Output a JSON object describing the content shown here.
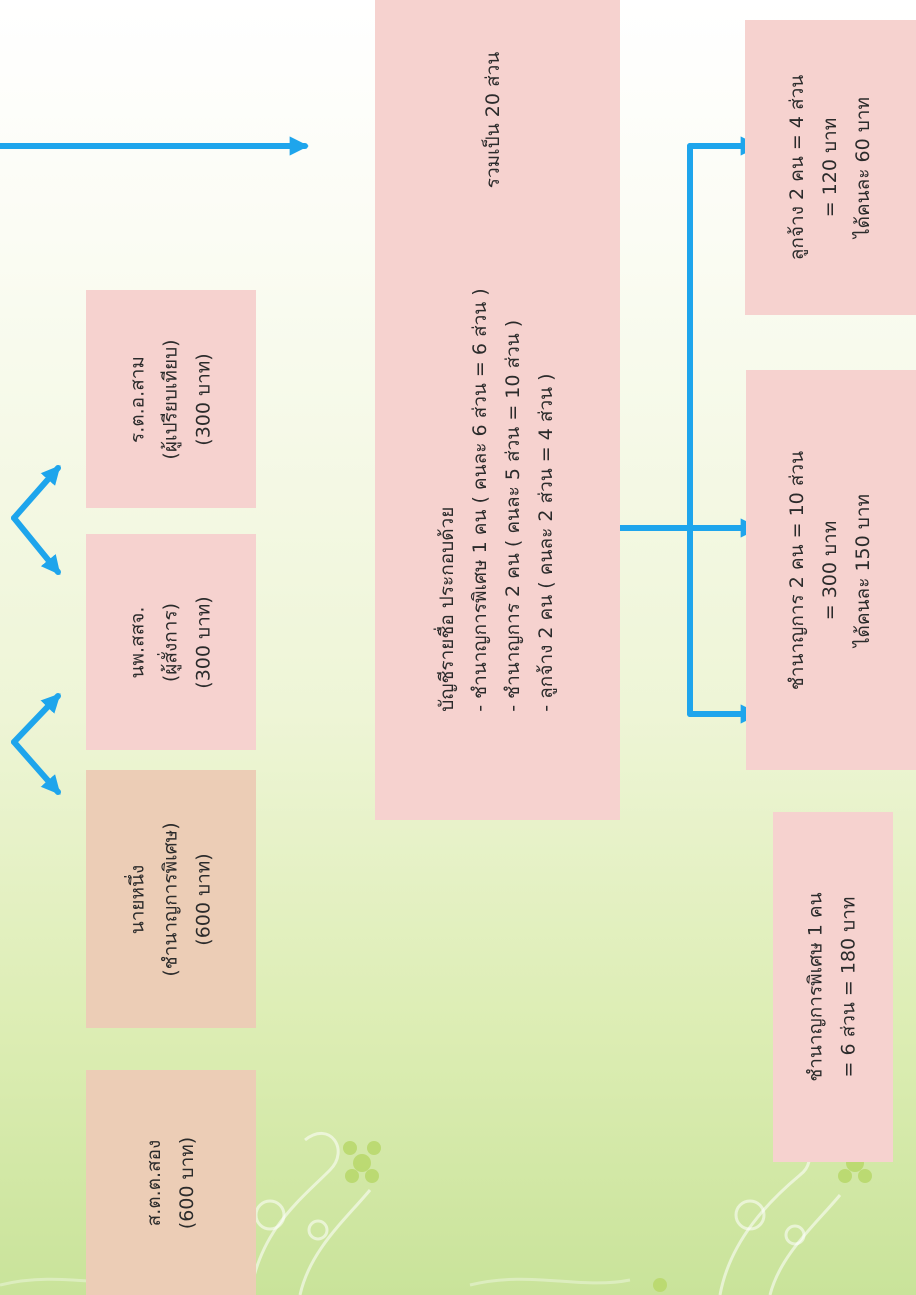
{
  "colors": {
    "arrow": "#1ea5ec",
    "box_pink": "#f6d2cf",
    "box_tan": "#eccdb6"
  },
  "people": {
    "box1": {
      "line1": "ส.ต.ต.สอง",
      "line2": "(600 บาท)"
    },
    "box2": {
      "line1": "นายหนึ่ง",
      "line2": "(ชำนาญการพิเศษ)",
      "line3": "(600 บาท)"
    },
    "box3": {
      "line1": "นพ.สสจ.",
      "line2": "(ผู้สั่งการ)",
      "line3": "(300 บาท)"
    },
    "box4": {
      "line1": "ร.ต.อ.สาม",
      "line2": "(ผู้เปรียบเทียบ)",
      "line3": "(300 บาท)"
    }
  },
  "account": {
    "heading": "บัญชีรายชื่อ ประกอบด้วย",
    "rows": [
      "- ชำนาญการพิเศษ 1 คน  ( คนละ 6 ส่วน = 6 ส่วน )",
      "- ชำนาญการ 2 คน  ( คนละ 5 ส่วน = 10 ส่วน )",
      "- ลูกจ้าง 2 คน  ( คนละ 2 ส่วน = 4 ส่วน )"
    ],
    "total": "รวมเป็น 20 ส่วน"
  },
  "results": {
    "special": {
      "line1": "ชำนาญการพิเศษ 1 คน",
      "line2": "= 6 ส่วน = 180 บาท"
    },
    "expert": {
      "line1": "ชำนาญการ 2 คน = 10 ส่วน",
      "line2": "= 300 บาท",
      "line3": "ได้คนละ 150 บาท"
    },
    "staff": {
      "line1": "ลูกจ้าง 2 คน = 4 ส่วน",
      "line2": "= 120 บาท",
      "line3": "ได้คนละ 60 บาท"
    }
  }
}
